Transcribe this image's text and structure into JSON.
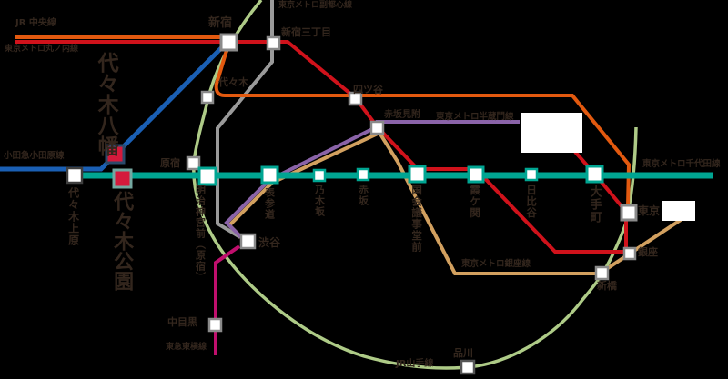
{
  "colors": {
    "chiyoda": "#00a592",
    "marunouchi": "#d0121b",
    "jr_chuo": "#e2590f",
    "ginza": "#d2a05f",
    "hanzomon": "#8a63a8",
    "fukutoshin": "#9a9a9a",
    "yamanote": "#aecb87",
    "odakyu": "#1a5fb4",
    "toyoko": "#c00f6d",
    "highlight": "#d51a3c",
    "background": "#000000",
    "label_text": "#33261d"
  },
  "lines": {
    "jr_chuo": "JR 中央線",
    "marunouchi": "東京メトロ丸ノ内線",
    "fukutoshin": "東京メトロ副都心線",
    "hanzomon": "東京メトロ半蔵門線",
    "chiyoda": "東京メトロ千代田線",
    "odakyu": "小田急小田原線",
    "ginza": "東京メトロ銀座線",
    "yamanote": "JR山手線",
    "toyoko": "東急東横線"
  },
  "stations": {
    "shinjuku": "新宿",
    "shinjuku_sanchome": "新宿三丁目",
    "yoyogi": "代々木",
    "yotsuya": "四ツ谷",
    "akasaka_mitsuke": "赤坂見附",
    "yoyogi_uehara": "代々木上原",
    "yoyogi_hachiman": "代々木八幡",
    "yoyogi_koen": "代々木公園",
    "harajuku": "原宿",
    "meiji_jingumae": "明治神宮前（原宿）",
    "omotesando": "表参道",
    "nogizaka": "乃木坂",
    "akasaka": "赤坂",
    "kokkai_gijidomae": "国会議事堂前",
    "kasumigaseki": "霞ケ関",
    "hibiya": "日比谷",
    "otemachi": "大手町",
    "tokyo": "東京",
    "ginza": "銀座",
    "shimbashi": "新橋",
    "shibuya": "渋谷",
    "nakameguro": "中目黒",
    "shinagawa": "品川"
  }
}
